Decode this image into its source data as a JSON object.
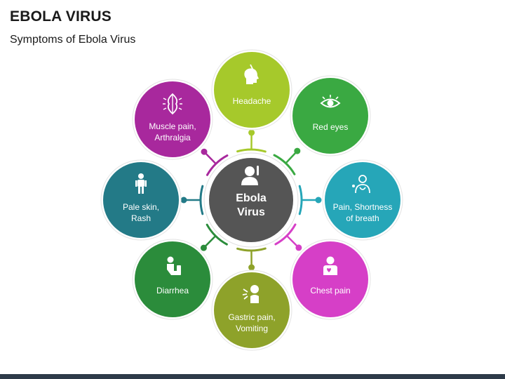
{
  "title": "EBOLA VIRUS",
  "subtitle": "Symptoms of Ebola Virus",
  "center": {
    "lines": [
      "Ebola",
      "Virus"
    ],
    "color": "#555555",
    "icon": "sick-person-icon"
  },
  "symptoms": [
    {
      "lines": [
        "Headache"
      ],
      "color": "#a6c92b",
      "icon": "headache-icon"
    },
    {
      "lines": [
        "Red eyes"
      ],
      "color": "#3aa942",
      "icon": "eye-icon"
    },
    {
      "lines": [
        "Pain, Shortness",
        "of breath"
      ],
      "color": "#26a6b8",
      "icon": "shortness-of-breath-icon"
    },
    {
      "lines": [
        "Chest pain"
      ],
      "color": "#d63fc7",
      "icon": "chest-pain-icon"
    },
    {
      "lines": [
        "Gastric pain,",
        "Vomiting"
      ],
      "color": "#8ea22a",
      "icon": "vomiting-icon"
    },
    {
      "lines": [
        "Diarrhea"
      ],
      "color": "#2b8c3b",
      "icon": "toilet-person-icon"
    },
    {
      "lines": [
        "Pale skin,",
        "Rash"
      ],
      "color": "#237a87",
      "icon": "standing-person-icon"
    },
    {
      "lines": [
        "Muscle pain,",
        "Arthralgia"
      ],
      "color": "#a8289d",
      "icon": "muscle-icon"
    }
  ]
}
